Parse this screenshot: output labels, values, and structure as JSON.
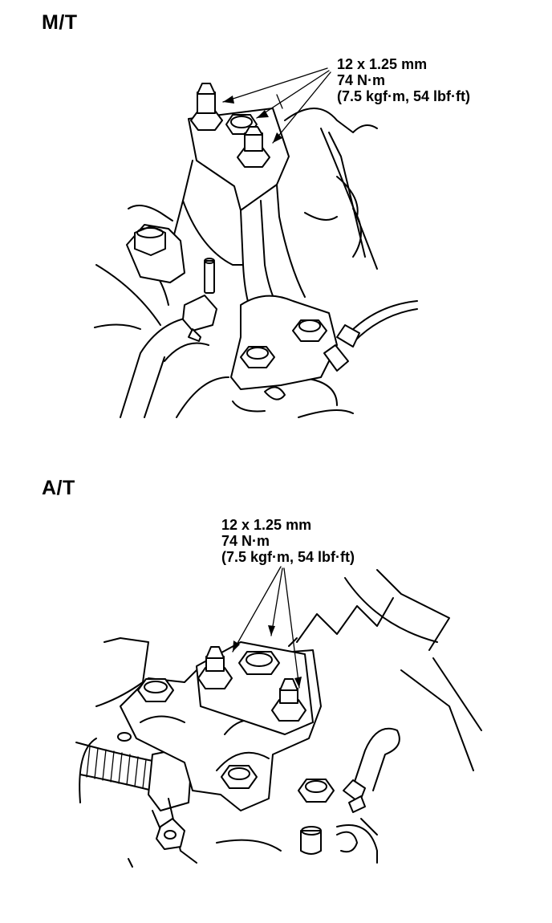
{
  "sections": [
    {
      "heading": "M/T",
      "spec": {
        "bolt_size": "12 x 1.25 mm",
        "torque": "74 N·m",
        "torque_alt": "(7.5 kgf·m, 54 lbf·ft)"
      }
    },
    {
      "heading": "A/T",
      "spec": {
        "bolt_size": "12 x 1.25 mm",
        "torque": "74 N·m",
        "torque_alt": "(7.5 kgf·m, 54 lbf·ft)"
      }
    }
  ]
}
